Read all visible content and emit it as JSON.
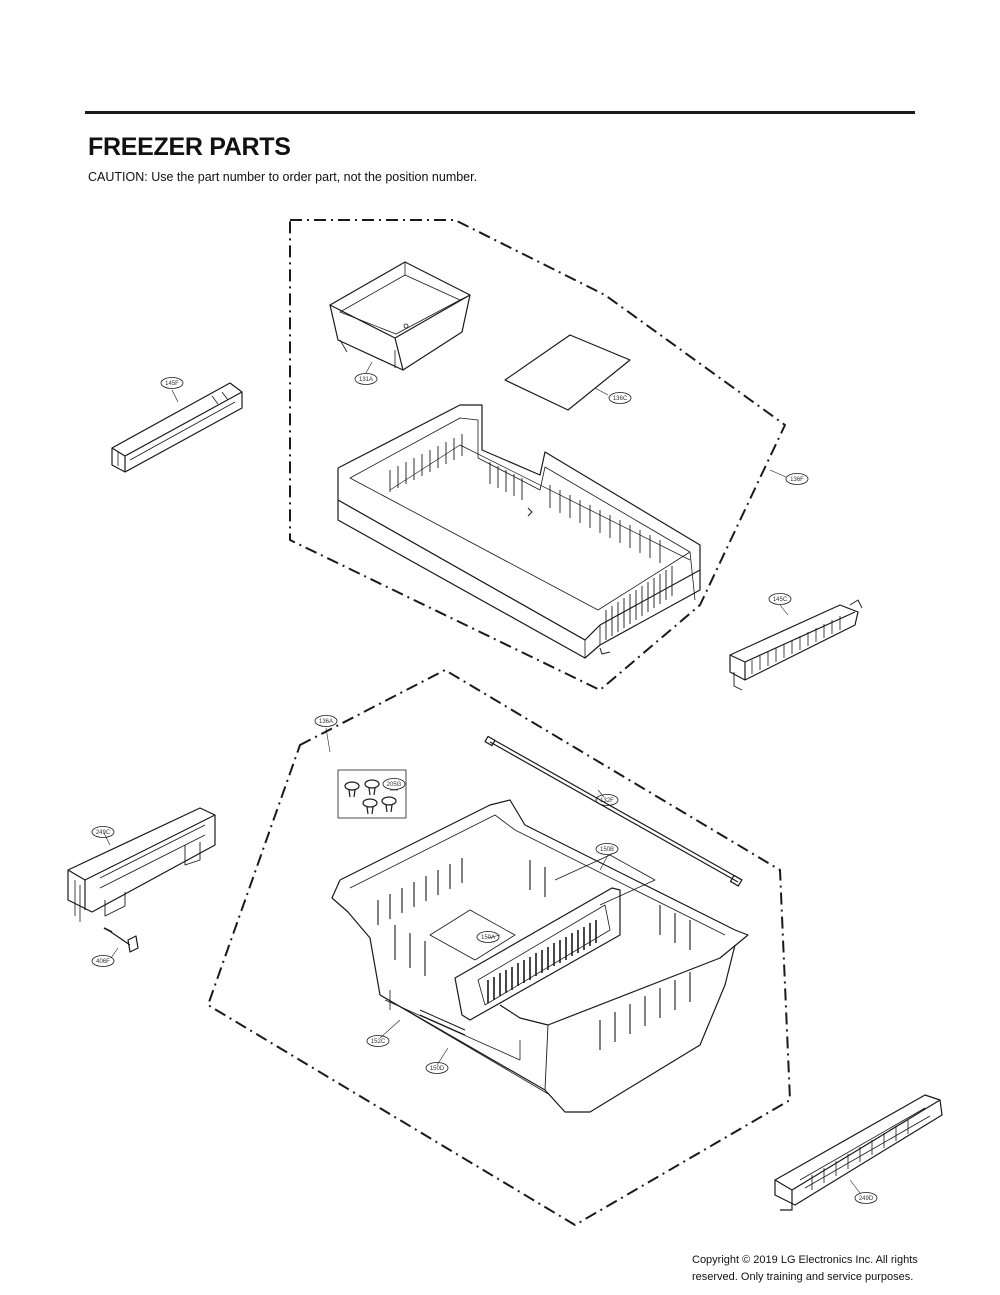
{
  "header": {
    "title": "FREEZER PARTS",
    "caution": "CAUTION: Use the part number to order part, not the position number."
  },
  "diagram": {
    "labels": {
      "p131A": "131A",
      "p136C": "136C",
      "p136F": "136F",
      "p145F": "145F",
      "p145C": "145C",
      "p136A": "136A",
      "p205G": "205G",
      "p132F": "132F",
      "p150B": "150B",
      "p150A": "150A",
      "p249C": "249C",
      "p406F": "406F",
      "p152C": "152C",
      "p150D": "150D",
      "p249D": "249D"
    }
  },
  "footer": {
    "copyright_line1": "Copyright © 2019  LG Electronics Inc. All rights",
    "copyright_line2": "reserved. Only training and service purposes."
  }
}
